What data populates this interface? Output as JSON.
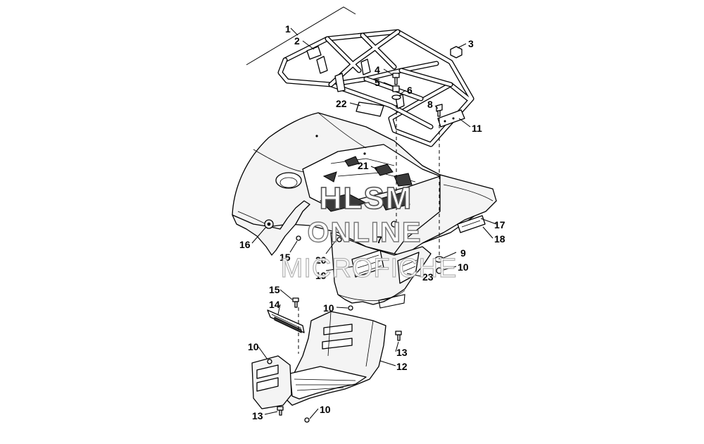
{
  "diagram": {
    "callouts": [
      {
        "id": "c1",
        "text": "1"
      },
      {
        "id": "c2",
        "text": "2"
      },
      {
        "id": "c3",
        "text": "3"
      },
      {
        "id": "c4",
        "text": "4"
      },
      {
        "id": "c5",
        "text": "5"
      },
      {
        "id": "c6",
        "text": "6"
      },
      {
        "id": "c8",
        "text": "8"
      },
      {
        "id": "c22",
        "text": "22"
      },
      {
        "id": "c11",
        "text": "11"
      },
      {
        "id": "c21",
        "text": "21"
      },
      {
        "id": "c17",
        "text": "17"
      },
      {
        "id": "c18",
        "text": "18"
      },
      {
        "id": "c16",
        "text": "16"
      },
      {
        "id": "c15a",
        "text": "15"
      },
      {
        "id": "c7",
        "text": "7"
      },
      {
        "id": "c20",
        "text": "20"
      },
      {
        "id": "c19",
        "text": "19"
      },
      {
        "id": "c9",
        "text": "9"
      },
      {
        "id": "c10a",
        "text": "10"
      },
      {
        "id": "c23",
        "text": "23"
      },
      {
        "id": "c15b",
        "text": "15"
      },
      {
        "id": "c14",
        "text": "14"
      },
      {
        "id": "c10b",
        "text": "10"
      },
      {
        "id": "c10c",
        "text": "10"
      },
      {
        "id": "c13a",
        "text": "13"
      },
      {
        "id": "c12",
        "text": "12"
      },
      {
        "id": "c13b",
        "text": "13"
      },
      {
        "id": "c10d",
        "text": "10"
      }
    ],
    "watermark": {
      "line1": "HLSM",
      "line2": "ONLINE",
      "line3": "MICROFICHE"
    }
  }
}
